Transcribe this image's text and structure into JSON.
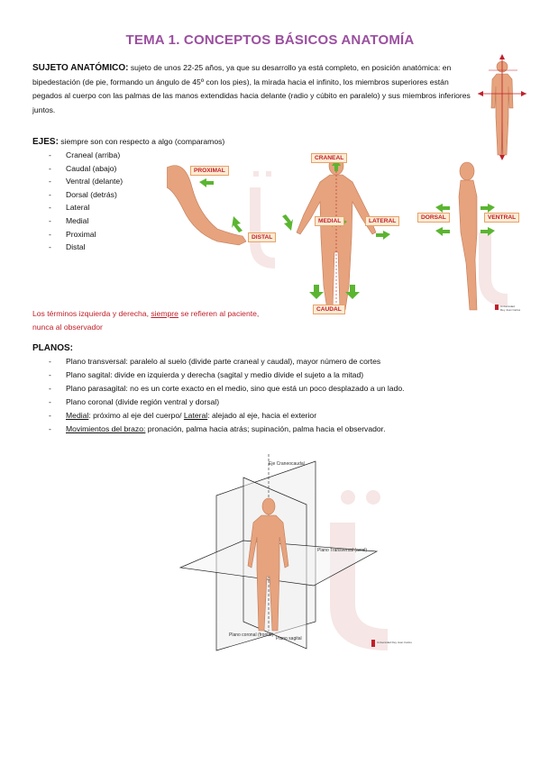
{
  "title": "TEMA 1. CONCEPTOS BÁSICOS ANATOMÍA",
  "sujeto": {
    "label": "SUJETO ANATÓMICO:",
    "text": " sujeto de unos 22-25 años, ya que su desarrollo ya está completo, en posición anatómica: en bipedestación (de pie, formando un ángulo de 45º con los pies), la mirada hacia el infinito, los miembros superiores están pegados al cuerpo con las palmas de las manos extendidas hacia delante (radio y cúbito en paralelo) y sus miembros inferiores juntos."
  },
  "ejes": {
    "label": "EJES:",
    "intro": " siempre son con respecto a algo (comparamos)",
    "items": [
      "Craneal (arriba)",
      "Caudal (abajo)",
      "Ventral (delante)",
      "Dorsal (detrás)",
      "Lateral",
      "Medial",
      "Proximal",
      "Distal"
    ]
  },
  "note": {
    "before": "Los términos izquierda y derecha, ",
    "underlined": "siempre",
    "after": " se refieren al paciente, nunca al observador"
  },
  "figure_labels": {
    "proximal": "PROXIMAL",
    "distal": "DISTAL",
    "craneal": "CRANEAL",
    "medial": "MEDIAL",
    "lateral": "LATERAL",
    "caudal": "CAUDAL",
    "dorsal": "DORSAL",
    "ventral": "VENTRAL"
  },
  "planos": {
    "label": "PLANOS:",
    "items": [
      {
        "text": "Plano transversal: paralelo al suelo (divide parte craneal y caudal), mayor número de cortes"
      },
      {
        "text": "Plano sagital: divide en izquierda y derecha (sagital y medio divide el sujeto a la mitad)"
      },
      {
        "text": "Plano parasagital: no es un corte exacto en el medio, sino que está un poco desplazado a un lado."
      },
      {
        "text": "Plano coronal (divide región ventral y dorsal)"
      },
      {
        "u1": "Medial",
        "t1": ": próximo al eje del  cuerpo/ ",
        "u2": "Lateral",
        "t2": ": alejado al eje, hacia el exterior"
      },
      {
        "u1": "Movimientos del brazo:",
        "t1": " pronación, palma hacia atrás; supinación, palma hacia el observador."
      }
    ]
  },
  "diagram_labels": {
    "eje_craneocaudal": "Eje Craneocaudal",
    "plano_transversal": "Plano Transversal (axial)",
    "plano_coronal": "Plano coronal (frontal)",
    "plano_sagital": "Plano sagital"
  },
  "logo_text": "Universidad Rey Juan Carlos",
  "colors": {
    "title": "#9b4fa0",
    "note": "#c0202a",
    "arrow": "#5bb531",
    "tag_bg": "#fdebd3",
    "skin": "#e6a37e"
  }
}
